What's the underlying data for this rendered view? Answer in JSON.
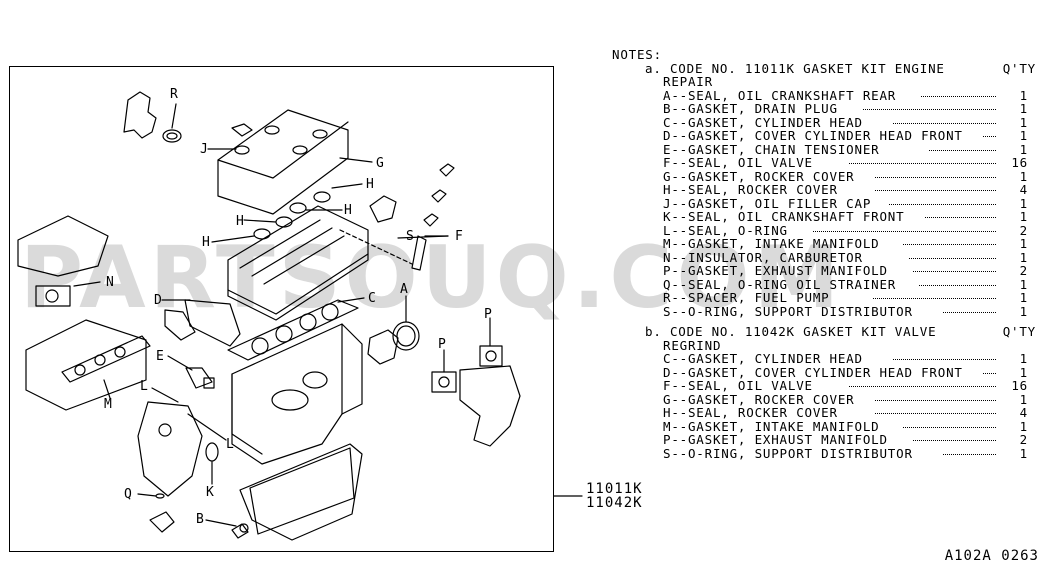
{
  "watermark": "PARTSOUQ.COM",
  "callouts": {
    "R": "R",
    "J": "J",
    "G": "G",
    "H1": "H",
    "H2": "H",
    "H3": "H",
    "H4": "H",
    "S": "S",
    "F": "F",
    "N": "N",
    "D": "D",
    "C": "C",
    "A": "A",
    "P1": "P",
    "P2": "P",
    "E": "E",
    "M": "M",
    "L1": "L",
    "L2": "L",
    "K": "K",
    "Q": "Q",
    "B": "B"
  },
  "part_numbers": [
    "11011K",
    "11042K"
  ],
  "notes": {
    "heading": "NOTES:",
    "kits": [
      {
        "label": "a. CODE NO. 11011K GASKET KIT ENGINE",
        "label2": "REPAIR",
        "qty_header": "Q'TY",
        "items": [
          {
            "text": "A--SEAL, OIL CRANKSHAFT REAR",
            "qty": "1"
          },
          {
            "text": "B--GASKET, DRAIN PLUG",
            "qty": "1"
          },
          {
            "text": "C--GASKET, CYLINDER HEAD",
            "qty": "1"
          },
          {
            "text": "D--GASKET, COVER CYLINDER HEAD FRONT",
            "qty": "1"
          },
          {
            "text": "E--GASKET, CHAIN TENSIONER",
            "qty": "1"
          },
          {
            "text": "F--SEAL, OIL VALVE",
            "qty": "16"
          },
          {
            "text": "G--GASKET, ROCKER COVER",
            "qty": "1"
          },
          {
            "text": "H--SEAL, ROCKER COVER",
            "qty": "4"
          },
          {
            "text": "J--GASKET, OIL FILLER CAP",
            "qty": "1"
          },
          {
            "text": "K--SEAL, OIL CRANKSHAFT FRONT",
            "qty": "1"
          },
          {
            "text": "L--SEAL, O-RING",
            "qty": "2"
          },
          {
            "text": "M--GASKET, INTAKE MANIFOLD",
            "qty": "1"
          },
          {
            "text": "N--INSULATOR, CARBURETOR",
            "qty": "1"
          },
          {
            "text": "P--GASKET, EXHAUST MANIFOLD",
            "qty": "2"
          },
          {
            "text": "Q--SEAL, O-RING OIL STRAINER",
            "qty": "1"
          },
          {
            "text": "R--SPACER, FUEL PUMP",
            "qty": "1"
          },
          {
            "text": "S--O-RING, SUPPORT DISTRIBUTOR",
            "qty": "1"
          }
        ]
      },
      {
        "label": "b. CODE NO. 11042K GASKET KIT VALVE",
        "label2": "REGRIND",
        "qty_header": "Q'TY",
        "items": [
          {
            "text": "C--GASKET, CYLINDER HEAD",
            "qty": "1"
          },
          {
            "text": "D--GASKET, COVER CYLINDER HEAD FRONT",
            "qty": "1"
          },
          {
            "text": "F--SEAL, OIL VALVE",
            "qty": "16"
          },
          {
            "text": "G--GASKET, ROCKER COVER",
            "qty": "1"
          },
          {
            "text": "H--SEAL, ROCKER COVER",
            "qty": "4"
          },
          {
            "text": "M--GASKET, INTAKE MANIFOLD",
            "qty": "1"
          },
          {
            "text": "P--GASKET, EXHAUST MANIFOLD",
            "qty": "2"
          },
          {
            "text": "S--O-RING, SUPPORT DISTRIBUTOR",
            "qty": "1"
          }
        ]
      }
    ]
  },
  "footer_code": "A102A 0263"
}
